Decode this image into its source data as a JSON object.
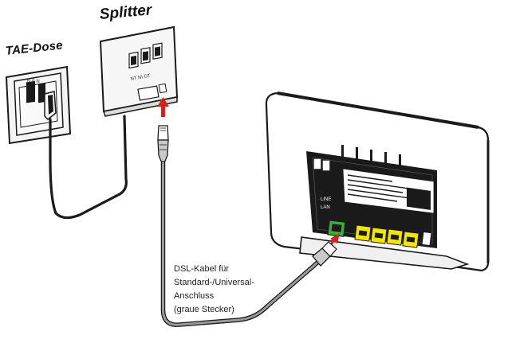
{
  "labels": {
    "tae": "TAE-Dose",
    "splitter": "Splitter",
    "dsl_lines": [
      "DSL-Kabel für",
      "Standard-/Universal-",
      "Anschluss",
      "(graue Stecker)"
    ]
  },
  "splitter_ports": "NT  NI  DT",
  "tae_ports": "N  F  N",
  "router_side_labels": [
    "LINE",
    "LAN"
  ],
  "colors": {
    "arrow": "#d9201c",
    "lan_port": "#f2e600",
    "dsl_port": "#3cae3a",
    "cable_grey": "#9a9a9a",
    "outline": "#1a1a1a"
  },
  "icons": [
    "arrow-up-icon",
    "rj45-plug-icon",
    "tae-plug-icon"
  ]
}
